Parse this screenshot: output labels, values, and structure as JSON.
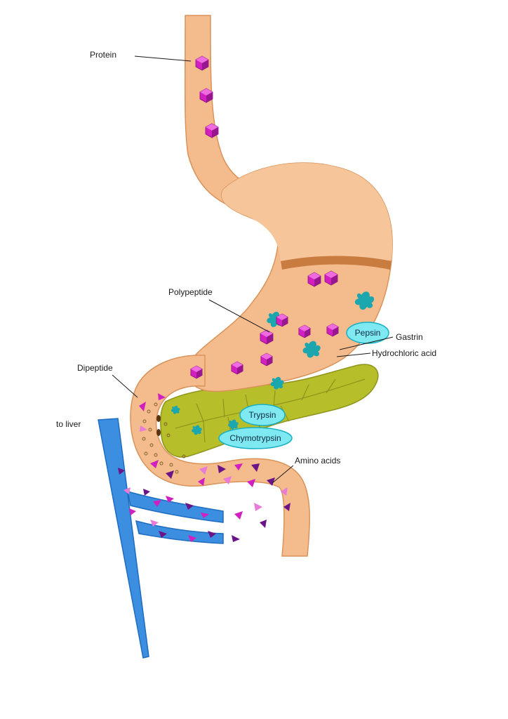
{
  "labels": {
    "protein": "Protein",
    "polypeptide": "Polypeptide",
    "gastrin": "Gastrin",
    "hydrochloric_acid": "Hydrochloric acid",
    "dipeptide": "Dipeptide",
    "to_liver": "to liver",
    "amino_acids": "Amino acids"
  },
  "enzymes": {
    "pepsin": "Pepsin",
    "trypsin": "Trypsin",
    "chymotrypsin": "Chymotrypsin"
  },
  "colors": {
    "tract": "#f4bb8c",
    "tract_edge": "#d9935a",
    "stomach_dark": "#c97c40",
    "pancreas": "#b6be2a",
    "pancreas_edge": "#8e951a",
    "vein": "#3b8ee0",
    "vein_edge": "#1f6cc0",
    "enzyme_fill": "#7fe9f2",
    "enzyme_edge": "#1ab0c4",
    "protein": "#d21fc0",
    "amino_dark": "#6b1488",
    "amino_light": "#e87bd8",
    "cells": "#1ca6ad"
  },
  "icons": [
    "protein-crystal-icon",
    "amino-acid-triangle-icon",
    "pepsin-cell-icon"
  ]
}
